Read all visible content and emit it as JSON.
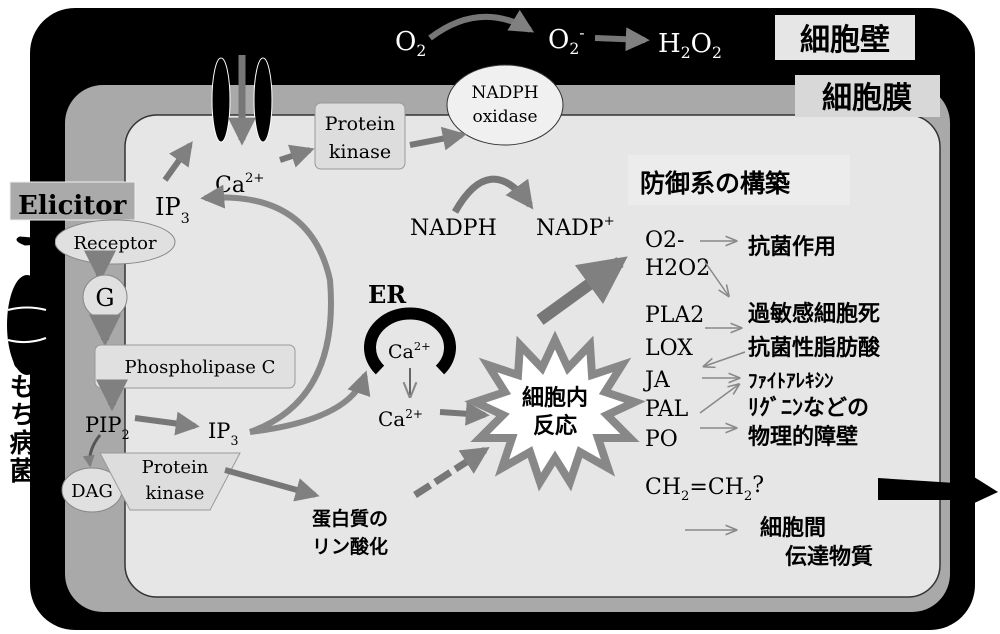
{
  "labels": {
    "cell_wall": "細胞壁",
    "cell_membrane": "細胞膜",
    "pathogen": "いもち病菌",
    "elicitor": "Elicitor",
    "receptor": "Receptor",
    "g_protein": "G",
    "phospholipase_c": "Phospholipase C",
    "pip2": "PIP",
    "pip2_sub": "2",
    "ip3_low": "IP",
    "ip3_low_sub": "3",
    "ip3_high": "IP",
    "ip3_high_sub": "3",
    "dag": "DAG",
    "protein_kinase_low_1": "Protein",
    "protein_kinase_low_2": "kinase",
    "protein_kinase_top_1": "Protein",
    "protein_kinase_top_2": "kinase",
    "ca_top": "Ca",
    "ca_top_sup": "2+",
    "er": "ER",
    "ca_er": "Ca",
    "ca_er_sup": "2+",
    "ca_low": "Ca",
    "ca_low_sup": "2+",
    "nadph_oxidase_1": "NADPH",
    "nadph_oxidase_2": "oxidase",
    "o2": "O",
    "o2_sub": "2",
    "o2m": "O",
    "o2m_sub": "2",
    "o2m_sup": "-",
    "h2o2_a": "H",
    "h2o2_b": "O",
    "two": "2",
    "nadph": "NADPH",
    "nadp": "NADP",
    "nadp_sup": "+",
    "phosphorylation_1": "蛋白質の",
    "phosphorylation_2": "リン酸化",
    "intracellular_1": "細胞内",
    "intracellular_2": "反応",
    "defense_title": "防御系の構築"
  },
  "defense_factors": [
    "O2-",
    "H2O2",
    "PLA2",
    "LOX",
    "JA",
    "PAL",
    "PO"
  ],
  "defense_factor_parts": {
    "o2": "O",
    "h2o2": "H",
    "pla": "PLA",
    "lox": "LOX",
    "ja": "JA",
    "pal": "PAL",
    "po": "PO"
  },
  "defense_effects": [
    "抗菌作用",
    "過敏感細胞死",
    "抗菌性脂肪酸",
    "ﾌｧｲﾄｱﾚｷｼﾝ",
    "ﾘｸﾞﾆﾝなどの",
    "物理的障壁"
  ],
  "ethylene": {
    "a": "CH",
    "b": "=CH",
    "q": "?",
    "sub": "2"
  },
  "intercellular_1": "細胞間",
  "intercellular_2": "伝達物質",
  "colors": {
    "wall": "#000000",
    "membrane": "#a9a9a9",
    "cytoplasm": "#e6e6e6",
    "arrow": "#808080"
  }
}
